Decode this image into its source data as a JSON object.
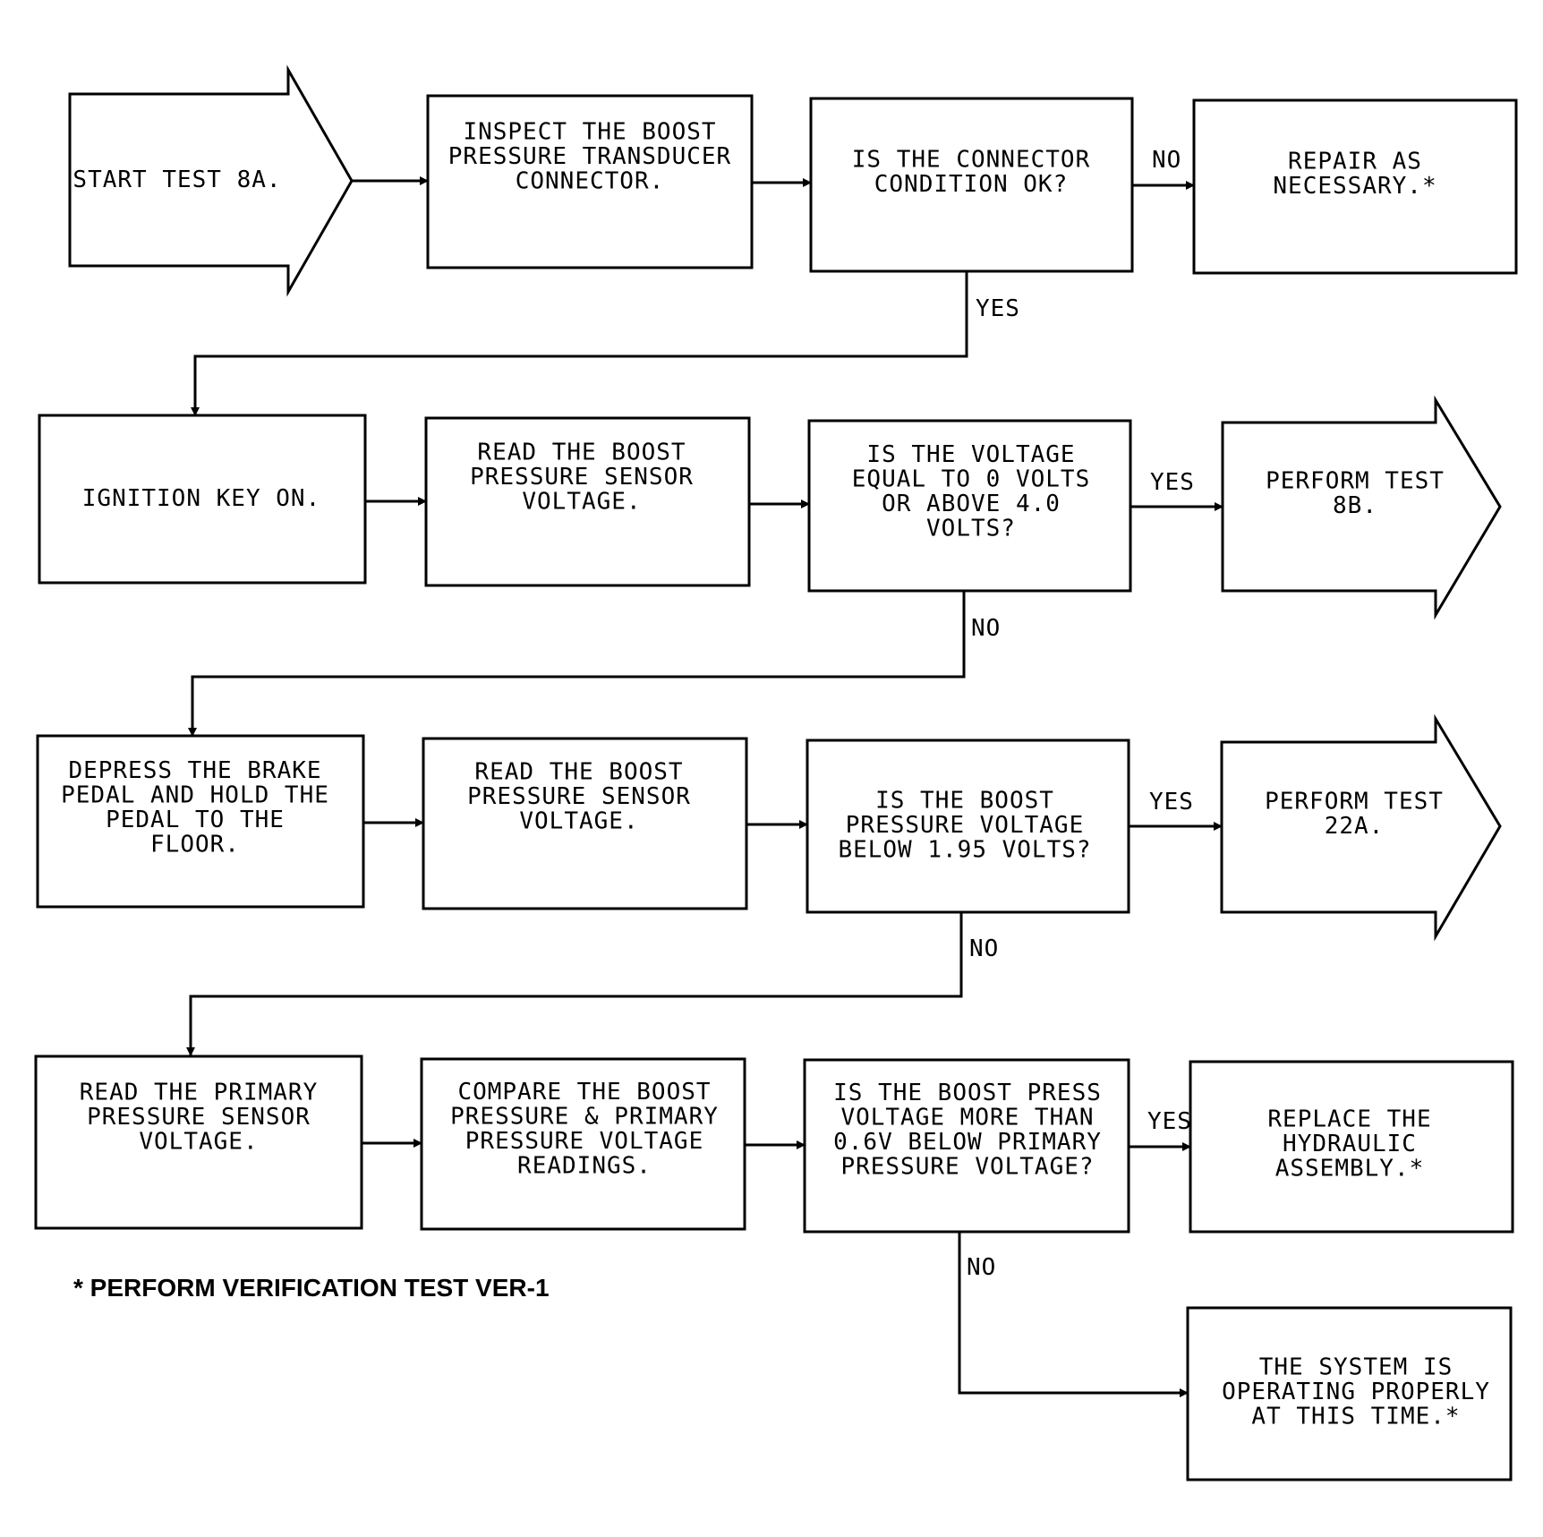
{
  "nodes": {
    "start": {
      "lines": [
        "START TEST 8A."
      ]
    },
    "inspect": {
      "lines": [
        "INSPECT THE BOOST",
        "PRESSURE TRANSDUCER",
        "CONNECTOR."
      ]
    },
    "connector_ok": {
      "lines": [
        "IS THE CONNECTOR",
        "CONDITION OK?"
      ]
    },
    "repair": {
      "lines": [
        "REPAIR AS",
        "NECESSARY.*"
      ]
    },
    "ignition": {
      "lines": [
        "IGNITION KEY ON."
      ]
    },
    "read_boost_1": {
      "lines": [
        "READ THE BOOST",
        "PRESSURE SENSOR",
        "VOLTAGE."
      ]
    },
    "voltage_eq": {
      "lines": [
        "IS THE VOLTAGE",
        "EQUAL TO 0 VOLTS",
        "OR ABOVE 4.0",
        "VOLTS?"
      ]
    },
    "test_8b": {
      "lines": [
        "PERFORM TEST",
        "8B."
      ]
    },
    "depress": {
      "lines": [
        "DEPRESS THE BRAKE",
        "PEDAL AND HOLD THE",
        "PEDAL TO THE",
        "FLOOR."
      ]
    },
    "read_boost_2": {
      "lines": [
        "READ THE BOOST",
        "PRESSURE SENSOR",
        "VOLTAGE."
      ]
    },
    "boost_below": {
      "lines": [
        "IS THE BOOST",
        "PRESSURE VOLTAGE",
        "BELOW 1.95 VOLTS?"
      ]
    },
    "test_22a": {
      "lines": [
        "PERFORM TEST",
        "22A."
      ]
    },
    "read_primary": {
      "lines": [
        "READ THE PRIMARY",
        "PRESSURE SENSOR",
        "VOLTAGE."
      ]
    },
    "compare": {
      "lines": [
        "COMPARE THE BOOST",
        "PRESSURE & PRIMARY",
        "PRESSURE VOLTAGE",
        "READINGS."
      ]
    },
    "boost_more": {
      "lines": [
        "IS THE BOOST PRESS",
        "VOLTAGE MORE THAN",
        "0.6V BELOW PRIMARY",
        "PRESSURE VOLTAGE?"
      ]
    },
    "replace": {
      "lines": [
        "REPLACE THE",
        "HYDRAULIC",
        "ASSEMBLY.*"
      ]
    },
    "system_ok": {
      "lines": [
        "THE SYSTEM IS",
        "OPERATING PROPERLY",
        "AT THIS TIME.*"
      ]
    }
  },
  "edge_labels": {
    "connector_no": "NO",
    "connector_yes": "YES",
    "voltage_yes": "YES",
    "voltage_no": "NO",
    "below_yes": "YES",
    "below_no": "NO",
    "more_yes": "YES",
    "more_no": "NO"
  },
  "footnote": "* PERFORM VERIFICATION TEST VER-1"
}
